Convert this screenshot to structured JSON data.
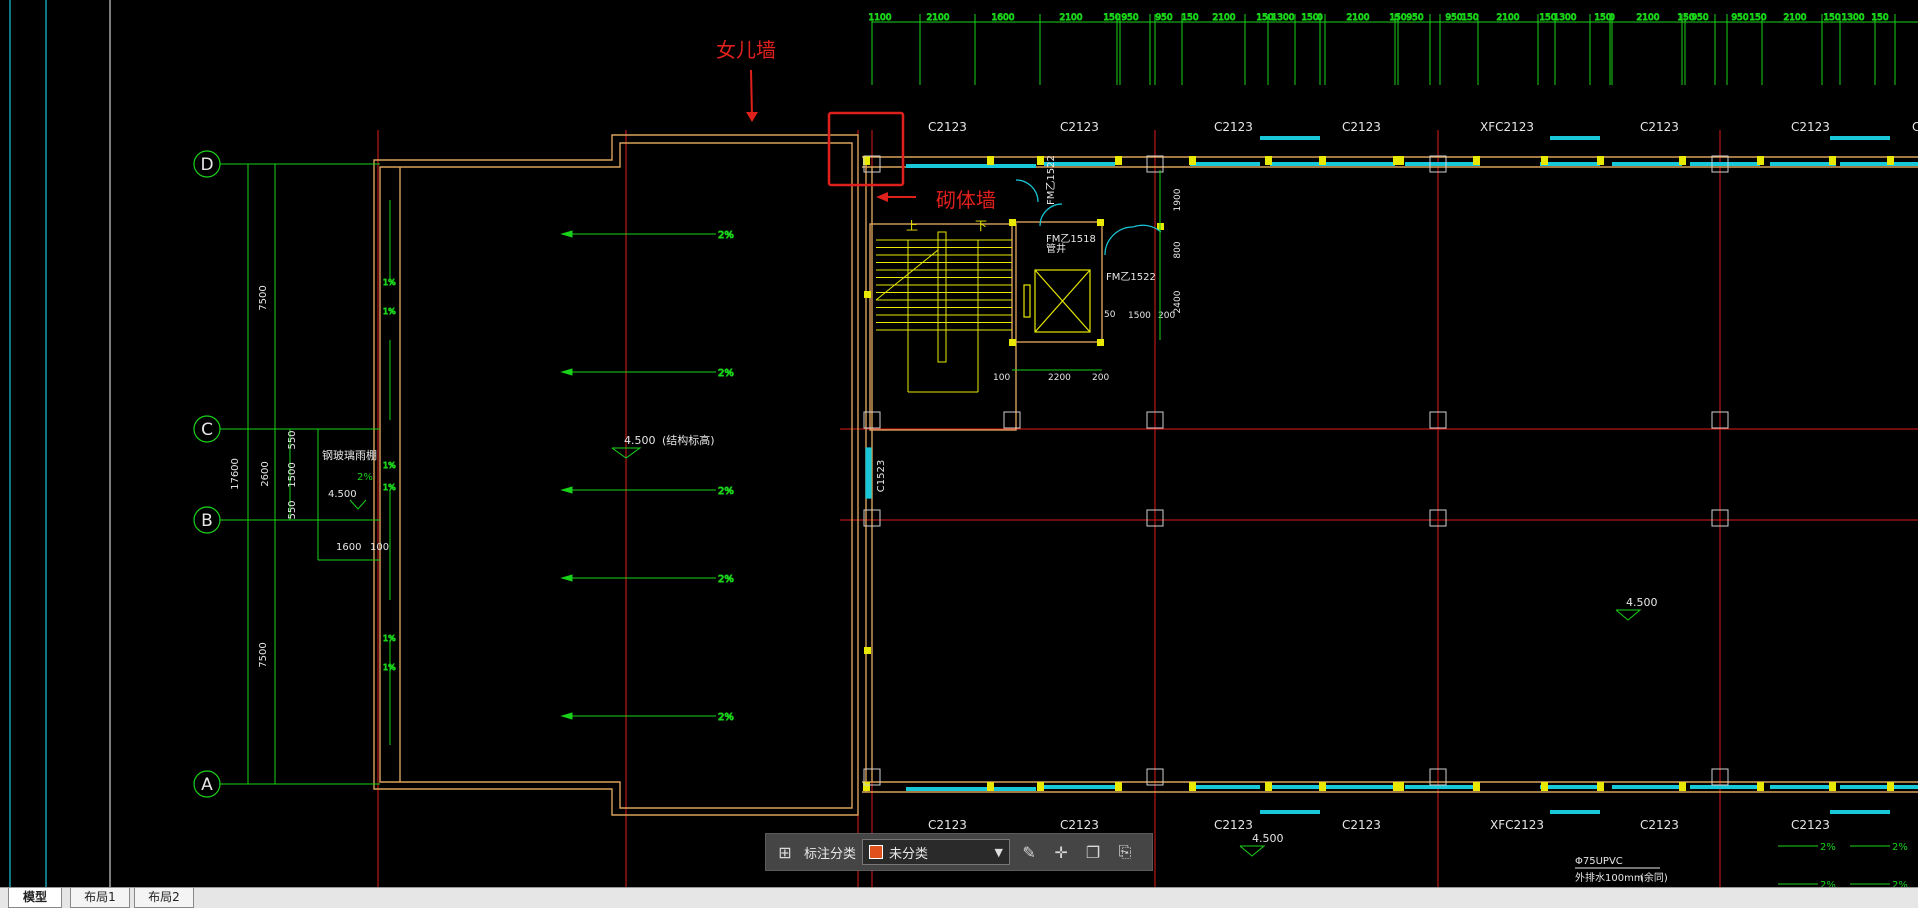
{
  "annotations": {
    "parapet": "女儿墙",
    "masonry": "砌体墙"
  },
  "axes": {
    "D": "D",
    "C": "C",
    "B": "B",
    "A": "A"
  },
  "top_dims": [
    "1100",
    "2100",
    "1600",
    "2100",
    "150",
    "950",
    "950",
    "150",
    "2100",
    "150",
    "1300",
    "150",
    "0",
    "2100",
    "150",
    "950",
    "950",
    "150",
    "2100",
    "150",
    "1300",
    "150",
    "0",
    "2100",
    "150",
    "950",
    "950",
    "150",
    "2100",
    "150",
    "1300",
    "150"
  ],
  "window_labels_top": [
    "C2123",
    "C2123",
    "C2123",
    "C2123",
    "XFC2123",
    "C2123",
    "C2123",
    "C"
  ],
  "window_labels_bottom": [
    "C2123",
    "C2123",
    "C2123",
    "C2123",
    "XFC2123",
    "C2123",
    "C2123"
  ],
  "left_dims": {
    "upper": "7500",
    "lower": "7500",
    "total": "17600",
    "mid": "2600",
    "d550a": "550",
    "d1500": "1500",
    "d550b": "550",
    "d1600": "1600",
    "d100": "100"
  },
  "slope": "2%",
  "slope_small": "1%",
  "elev_450": "4.500",
  "structure_elev": "(结构标高)",
  "canopy": "钢玻璃雨棚",
  "stair_up": "上",
  "stair_down": "下",
  "door_fm1": "FM乙1522",
  "door_fm2": "FM乙1518",
  "door_fm3": "FM乙1522",
  "shaft": "管井",
  "window_c1523": "C1523",
  "core_dims": [
    "1900",
    "800",
    "2400",
    "50",
    "1500",
    "200",
    "100",
    "2200",
    "200"
  ],
  "bottom_notes": [
    "Φ75UPVC",
    "外排水100mm",
    "(余同)"
  ],
  "toolbar": {
    "label": "标注分类",
    "selected": "未分类"
  },
  "tabs": [
    "模型",
    "布局1",
    "布局2"
  ],
  "colors": {
    "background": "#000000",
    "axis_red": "#e01a1a",
    "dim_green": "#19d219",
    "wall_tan": "#d9a15b",
    "yellow": "#e8e800",
    "cyan": "#19c8d8",
    "annotation": "#e0201c"
  }
}
